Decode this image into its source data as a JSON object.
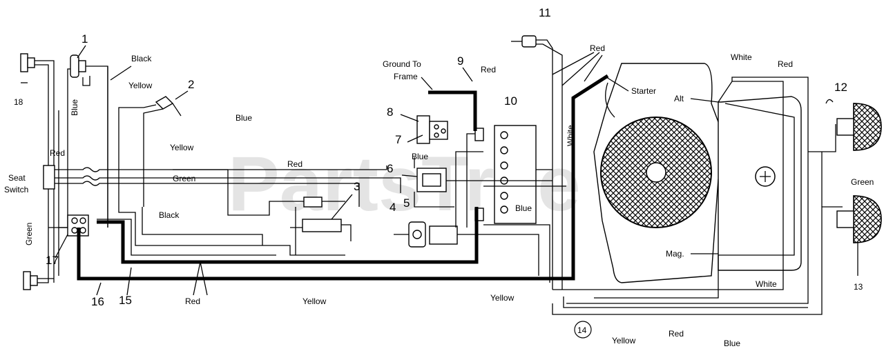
{
  "watermark": "PartsTree",
  "wire_labels": {
    "black_top": "Black",
    "black_mid": "Black",
    "yellow_top": "Yellow",
    "yellow_left": "Yellow",
    "yellow_bottom": "Yellow",
    "yellow_right": "Yellow",
    "yellow_engine": "Yellow",
    "blue_vertical": "Blue",
    "blue_top": "Blue",
    "blue_mid": "Blue",
    "blue_right": "Blue",
    "blue_bottom": "Blue",
    "green_mid": "Green",
    "green_left": "Green",
    "green_right": "Green",
    "red_left": "Red",
    "red_mid": "Red",
    "red_bottom": "Red",
    "red_top_right": "Red",
    "red_nine": "Red",
    "red_alt": "Red",
    "red_engine_bottom": "Red",
    "white_vertical": "White",
    "white_top": "White",
    "white_bottom": "White"
  },
  "component_labels": {
    "seat_switch_line1": "Seat",
    "seat_switch_line2": "Switch",
    "ground_line1": "Ground To",
    "ground_line2": "Frame",
    "starter": "Starter",
    "alt": "Alt",
    "mag": "Mag."
  },
  "callouts": [
    "1",
    "2",
    "3",
    "4",
    "5",
    "6",
    "7",
    "8",
    "9",
    "10",
    "11",
    "12",
    "13",
    "14",
    "15",
    "16",
    "17",
    "18"
  ]
}
